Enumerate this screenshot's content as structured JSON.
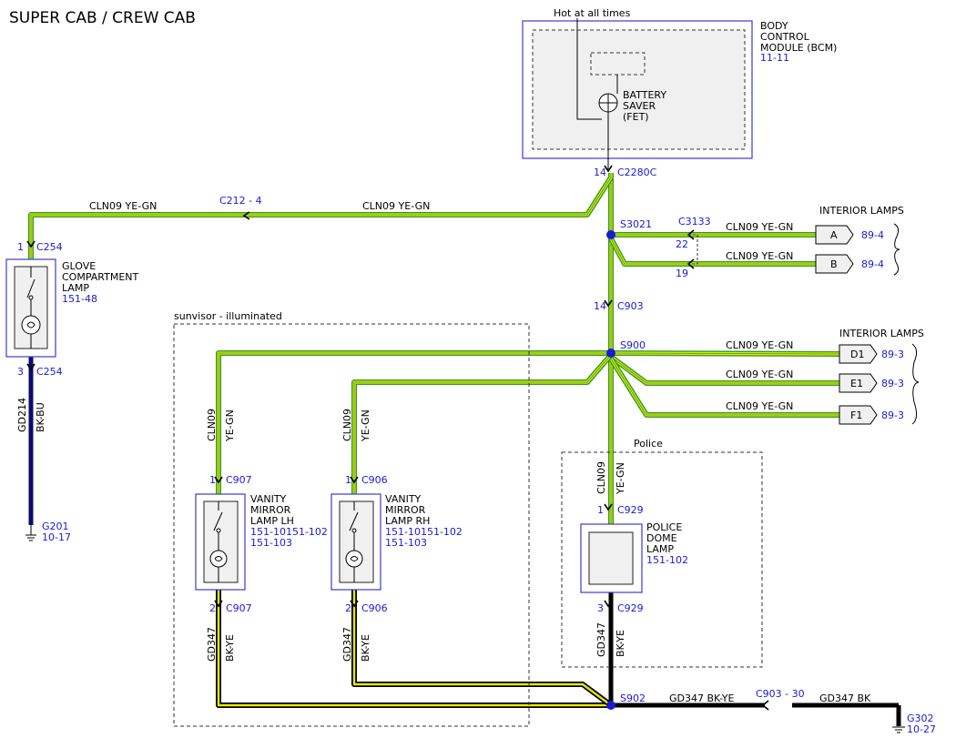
{
  "title": "SUPER CAB / CREW CAB",
  "colors": {
    "wire_yellow": "#e8e800",
    "wire_green": "#2e9a2e",
    "wire_black": "#000000",
    "wire_blue": "#0a0a6e",
    "ref_blue": "#1a1ad6",
    "box_blue": "#3b3bd0"
  },
  "bcm": {
    "hot_label": "Hot at all times",
    "name_line1": "BODY",
    "name_line2": "CONTROL",
    "name_line3": "MODULE (BCM)",
    "ref": "11-11",
    "fet_line1": "BATTERY",
    "fet_line2": "SAVER",
    "fet_line3": "(FET)",
    "pin": "14",
    "connector": "C2280C"
  },
  "wires": {
    "cln09": "CLN09",
    "yegn": "YE-GN",
    "cln09_yegn": "CLN09  YE-GN",
    "gd214": "GD214",
    "bkbu": "BK-BU",
    "gd347": "GD347",
    "bkye": "BK-YE",
    "gd347_bkye": "GD347  BK-YE",
    "gd347_bk": "GD347  BK"
  },
  "connectors": {
    "c212": "C212 - 4",
    "s3021": "S3021",
    "c3133": "C3133",
    "pin22": "22",
    "pin19": "19",
    "c903_pin": "14",
    "c903": "C903",
    "s900": "S900",
    "s902": "S902",
    "c903_30": "C903 - 30"
  },
  "interior_lamps_1": {
    "label": "INTERIOR LAMPS",
    "items": [
      {
        "id": "A",
        "ref": "89-4"
      },
      {
        "id": "B",
        "ref": "89-4"
      }
    ]
  },
  "interior_lamps_2": {
    "label": "INTERIOR LAMPS",
    "items": [
      {
        "id": "D1",
        "ref": "89-3"
      },
      {
        "id": "E1",
        "ref": "89-3"
      },
      {
        "id": "F1",
        "ref": "89-3"
      }
    ]
  },
  "glove": {
    "pin_top": "1",
    "conn_top": "C254",
    "line1": "GLOVE",
    "line2": "COMPARTMENT",
    "line3": "LAMP",
    "ref": "151-48",
    "pin_bot": "3",
    "conn_bot": "C254",
    "ground": "G201",
    "ground_ref": "10-17"
  },
  "sunvisor": {
    "label": "sunvisor - illuminated"
  },
  "vanity_lh": {
    "pin_top": "1",
    "conn_top": "C907",
    "line1": "VANITY",
    "line2": "MIRROR",
    "line3": "LAMP LH",
    "ref1": "151-10151-102",
    "ref2": "151-103",
    "pin_bot": "2",
    "conn_bot": "C907"
  },
  "vanity_rh": {
    "pin_top": "1",
    "conn_top": "C906",
    "line1": "VANITY",
    "line2": "MIRROR",
    "line3": "LAMP RH",
    "ref1": "151-10151-102",
    "ref2": "151-103",
    "pin_bot": "2",
    "conn_bot": "C906"
  },
  "police": {
    "label": "Police",
    "pin_top": "1",
    "conn_top": "C929",
    "line1": "POLICE",
    "line2": "DOME",
    "line3": "LAMP",
    "ref": "151-102",
    "pin_bot": "3",
    "conn_bot": "C929"
  },
  "ground_g302": {
    "name": "G302",
    "ref": "10-27"
  }
}
